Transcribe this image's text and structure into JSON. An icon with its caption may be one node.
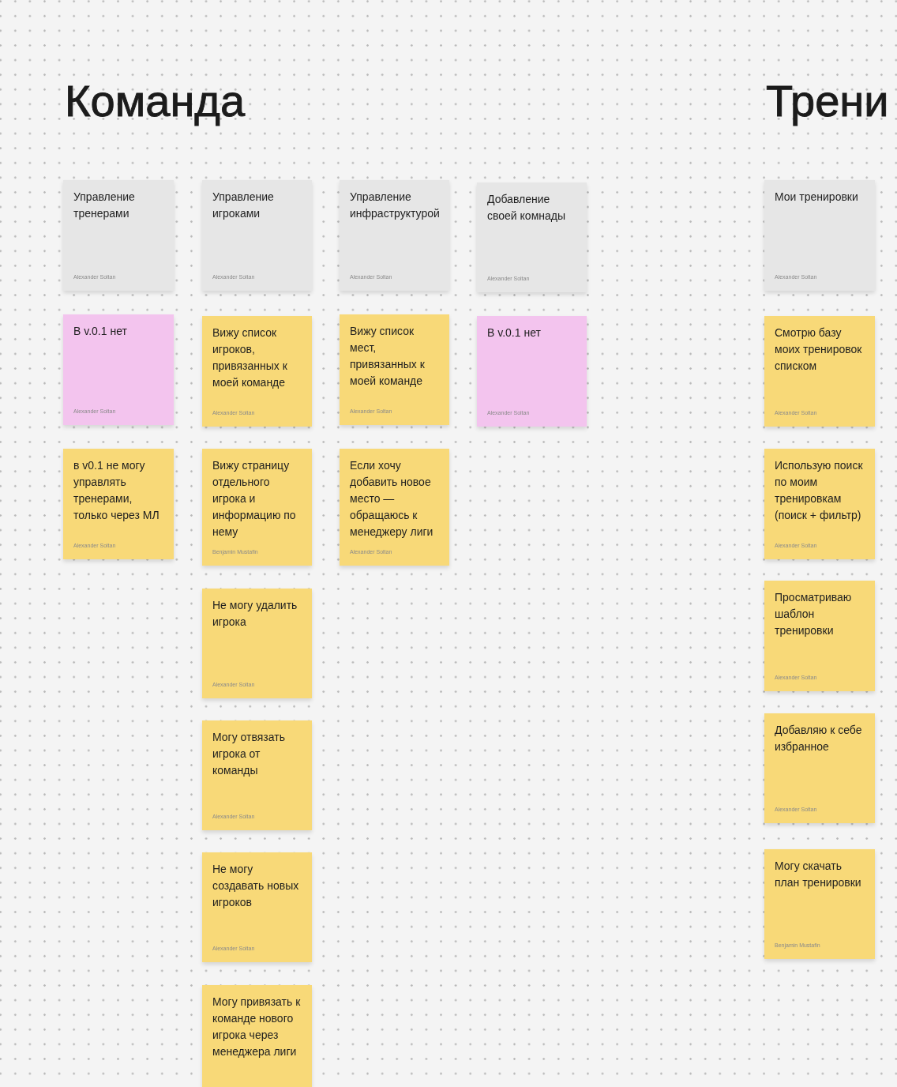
{
  "diagram": {
    "nodes": [
      {
        "text": [
          "Управление тренерами",
          "Alexander Soltan"
        ]
      },
      {
        "text": [
          "В v.0.1 нет",
          "Alexander Soltan"
        ]
      },
      {
        "text": [
          "в v0.1 не могу управлять тренерами, только через МЛ",
          "Alexander Soltan"
        ]
      },
      {
        "text": [
          "Управление игроками",
          "Alexander Soltan"
        ]
      },
      {
        "text": [
          "Вижу список игроков, привязанных к моей команде",
          "Alexander Soltan"
        ]
      },
      {
        "text": [
          "Вижу страницу отдельного игрока и информацию по нему",
          "Benjamin Mustafin"
        ]
      },
      {
        "text": [
          "Не могу удалить игрока",
          "Alexander Soltan"
        ]
      },
      {
        "text": [
          "Могу отвязать игрока от команды",
          "Alexander Soltan"
        ]
      },
      {
        "text": [
          "Не могу создавать новых игроков",
          "Alexander Soltan"
        ]
      },
      {
        "text": [
          "Могу привязать к команде нового игрока через менеджера лиги"
        ]
      },
      {
        "text": [
          "Управление инфраструктурой",
          "Alexander Soltan"
        ]
      },
      {
        "text": [
          "Вижу список мест, привязанных к моей команде",
          "Alexander Soltan"
        ]
      },
      {
        "text": [
          "Если хочу добавить новое место — обращаюсь к менеджеру лиги",
          "Alexander Soltan"
        ]
      },
      {
        "text": [
          "Добавление своей комнады",
          "Alexander Soltan"
        ]
      },
      {
        "text": [
          "В v.0.1 нет",
          "Alexander Soltan"
        ]
      },
      {
        "text": [
          "Мои тренировки",
          "Alexander Soltan"
        ]
      },
      {
        "text": [
          "Смотрю базу моих тренировок списком",
          "Alexander Soltan"
        ]
      },
      {
        "text": [
          "Использую поиск по моим тренировкам (поиск + фильтр)",
          "Alexander Soltan"
        ]
      },
      {
        "text": [
          "Просматриваю шаблон тренировки",
          "Alexander Soltan"
        ]
      },
      {
        "text": [
          "Добавляю к себе избранное",
          "Alexander Soltan"
        ]
      },
      {
        "text": [
          "Могу скачать план тренировки",
          "Benjamin Mustafin"
        ]
      }
    ],
    "labels": [
      "Команда",
      "Трени"
    ]
  }
}
